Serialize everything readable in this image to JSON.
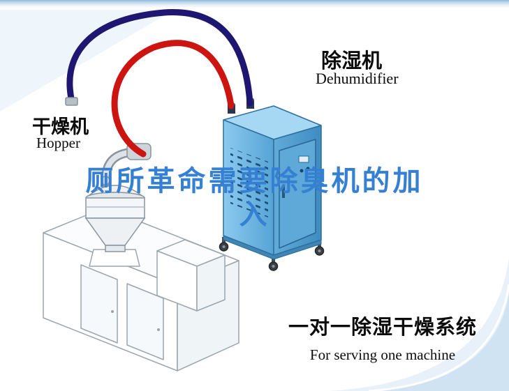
{
  "colors": {
    "title_blue": "#3580d3",
    "pipe_red": "#cc1410",
    "pipe_navy": "#1e1670",
    "machine_body_blue": "#6fb6e4",
    "corner_accent": "#d7e7f4"
  },
  "labels": {
    "hopper_cn": "干燥机",
    "hopper_en": "Hopper",
    "dehumidifier_cn": "除湿机",
    "dehumidifier_en": "Dehumidifier",
    "system_cn": "一对一除湿干燥系统",
    "system_en": "For serving one machine"
  },
  "headline": {
    "line1": "厕所革命需要除臭机的加",
    "line2": "入"
  }
}
